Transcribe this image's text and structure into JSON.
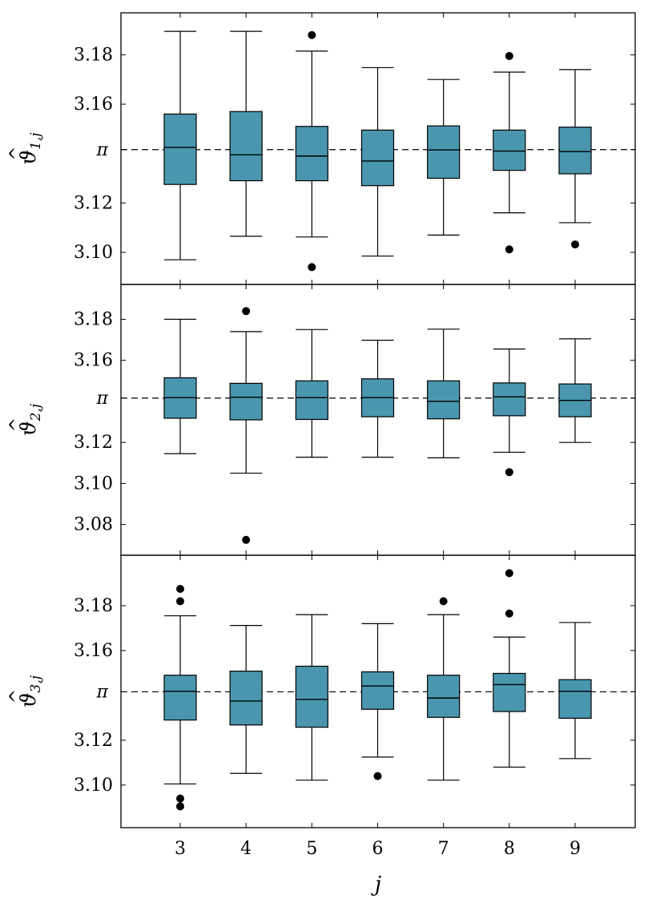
{
  "chart_data": [
    {
      "type": "boxplot",
      "ylabel_main": "ϑ",
      "ylabel_sub": "1,j",
      "ylim": [
        3.087,
        3.197
      ],
      "yticks": [
        3.1,
        3.12,
        3.16,
        3.18
      ],
      "ytick_labels": [
        "3.10",
        "3.12",
        "3.16",
        "3.18"
      ],
      "reference_line": {
        "value": 3.14159,
        "label": "π"
      },
      "x": [
        3,
        4,
        5,
        6,
        7,
        8,
        9
      ],
      "boxes": [
        {
          "x": 3,
          "whisker_low": 3.097,
          "q1": 3.1275,
          "median": 3.1425,
          "q3": 3.156,
          "whisker_high": 3.1895,
          "outliers": []
        },
        {
          "x": 4,
          "whisker_low": 3.1065,
          "q1": 3.129,
          "median": 3.1395,
          "q3": 3.157,
          "whisker_high": 3.1895,
          "outliers": []
        },
        {
          "x": 5,
          "whisker_low": 3.1062,
          "q1": 3.129,
          "median": 3.139,
          "q3": 3.151,
          "whisker_high": 3.1815,
          "outliers": [
            3.094,
            3.188
          ]
        },
        {
          "x": 6,
          "whisker_low": 3.0985,
          "q1": 3.127,
          "median": 3.137,
          "q3": 3.1495,
          "whisker_high": 3.1748,
          "outliers": []
        },
        {
          "x": 7,
          "whisker_low": 3.107,
          "q1": 3.13,
          "median": 3.1415,
          "q3": 3.1512,
          "whisker_high": 3.17,
          "outliers": []
        },
        {
          "x": 8,
          "whisker_low": 3.116,
          "q1": 3.1332,
          "median": 3.141,
          "q3": 3.1495,
          "whisker_high": 3.173,
          "outliers": [
            3.1012,
            3.1795
          ]
        },
        {
          "x": 9,
          "whisker_low": 3.112,
          "q1": 3.1318,
          "median": 3.1408,
          "q3": 3.1507,
          "whisker_high": 3.174,
          "outliers": [
            3.1032
          ]
        }
      ]
    },
    {
      "type": "boxplot",
      "ylabel_main": "ϑ",
      "ylabel_sub": "2,j",
      "ylim": [
        3.065,
        3.197
      ],
      "yticks": [
        3.08,
        3.1,
        3.12,
        3.16,
        3.18
      ],
      "ytick_labels": [
        "3.08",
        "3.10",
        "3.12",
        "3.16",
        "3.18"
      ],
      "reference_line": {
        "value": 3.14159,
        "label": "π"
      },
      "x": [
        3,
        4,
        5,
        6,
        7,
        8,
        9
      ],
      "boxes": [
        {
          "x": 3,
          "whisker_low": 3.1145,
          "q1": 3.1318,
          "median": 3.1418,
          "q3": 3.1515,
          "whisker_high": 3.18,
          "outliers": []
        },
        {
          "x": 4,
          "whisker_low": 3.105,
          "q1": 3.131,
          "median": 3.142,
          "q3": 3.1488,
          "whisker_high": 3.174,
          "outliers": [
            3.0725,
            3.184
          ]
        },
        {
          "x": 5,
          "whisker_low": 3.1128,
          "q1": 3.1312,
          "median": 3.1418,
          "q3": 3.15,
          "whisker_high": 3.175,
          "outliers": []
        },
        {
          "x": 6,
          "whisker_low": 3.1128,
          "q1": 3.1325,
          "median": 3.1418,
          "q3": 3.151,
          "whisker_high": 3.1698,
          "outliers": []
        },
        {
          "x": 7,
          "whisker_low": 3.1125,
          "q1": 3.1315,
          "median": 3.14,
          "q3": 3.15,
          "whisker_high": 3.1752,
          "outliers": []
        },
        {
          "x": 8,
          "whisker_low": 3.1152,
          "q1": 3.133,
          "median": 3.1422,
          "q3": 3.149,
          "whisker_high": 3.1655,
          "outliers": [
            3.1055
          ]
        },
        {
          "x": 9,
          "whisker_low": 3.12,
          "q1": 3.1325,
          "median": 3.1405,
          "q3": 3.1485,
          "whisker_high": 3.1705,
          "outliers": []
        }
      ]
    },
    {
      "type": "boxplot",
      "ylabel_main": "ϑ",
      "ylabel_sub": "3,j",
      "ylim": [
        3.081,
        3.2025
      ],
      "yticks": [
        3.1,
        3.12,
        3.16,
        3.18
      ],
      "ytick_labels": [
        "3.10",
        "3.12",
        "3.16",
        "3.18"
      ],
      "reference_line": {
        "value": 3.14159,
        "label": "π"
      },
      "x": [
        3,
        4,
        5,
        6,
        7,
        8,
        9
      ],
      "xticks": [
        3,
        4,
        5,
        6,
        7,
        8,
        9
      ],
      "xtick_labels": [
        "3",
        "4",
        "5",
        "6",
        "7",
        "8",
        "9"
      ],
      "xlabel": "j",
      "boxes": [
        {
          "x": 3,
          "whisker_low": 3.1005,
          "q1": 3.129,
          "median": 3.1418,
          "q3": 3.149,
          "whisker_high": 3.1755,
          "outliers": [
            3.0905,
            3.094,
            3.182,
            3.1875
          ]
        },
        {
          "x": 4,
          "whisker_low": 3.1052,
          "q1": 3.1268,
          "median": 3.1375,
          "q3": 3.1508,
          "whisker_high": 3.1712,
          "outliers": []
        },
        {
          "x": 5,
          "whisker_low": 3.1022,
          "q1": 3.1258,
          "median": 3.1382,
          "q3": 3.153,
          "whisker_high": 3.176,
          "outliers": []
        },
        {
          "x": 6,
          "whisker_low": 3.1125,
          "q1": 3.1338,
          "median": 3.1442,
          "q3": 3.1505,
          "whisker_high": 3.172,
          "outliers": [
            3.104
          ]
        },
        {
          "x": 7,
          "whisker_low": 3.1022,
          "q1": 3.1302,
          "median": 3.1388,
          "q3": 3.149,
          "whisker_high": 3.176,
          "outliers": [
            3.182
          ]
        },
        {
          "x": 8,
          "whisker_low": 3.108,
          "q1": 3.1328,
          "median": 3.1448,
          "q3": 3.1498,
          "whisker_high": 3.166,
          "outliers": [
            3.1765,
            3.1945
          ]
        },
        {
          "x": 9,
          "whisker_low": 3.1118,
          "q1": 3.1298,
          "median": 3.1418,
          "q3": 3.147,
          "whisker_high": 3.1725,
          "outliers": []
        }
      ]
    }
  ],
  "colors": {
    "box_fill": "#4a96ae",
    "stroke": "#000000",
    "background": "#ffffff"
  }
}
